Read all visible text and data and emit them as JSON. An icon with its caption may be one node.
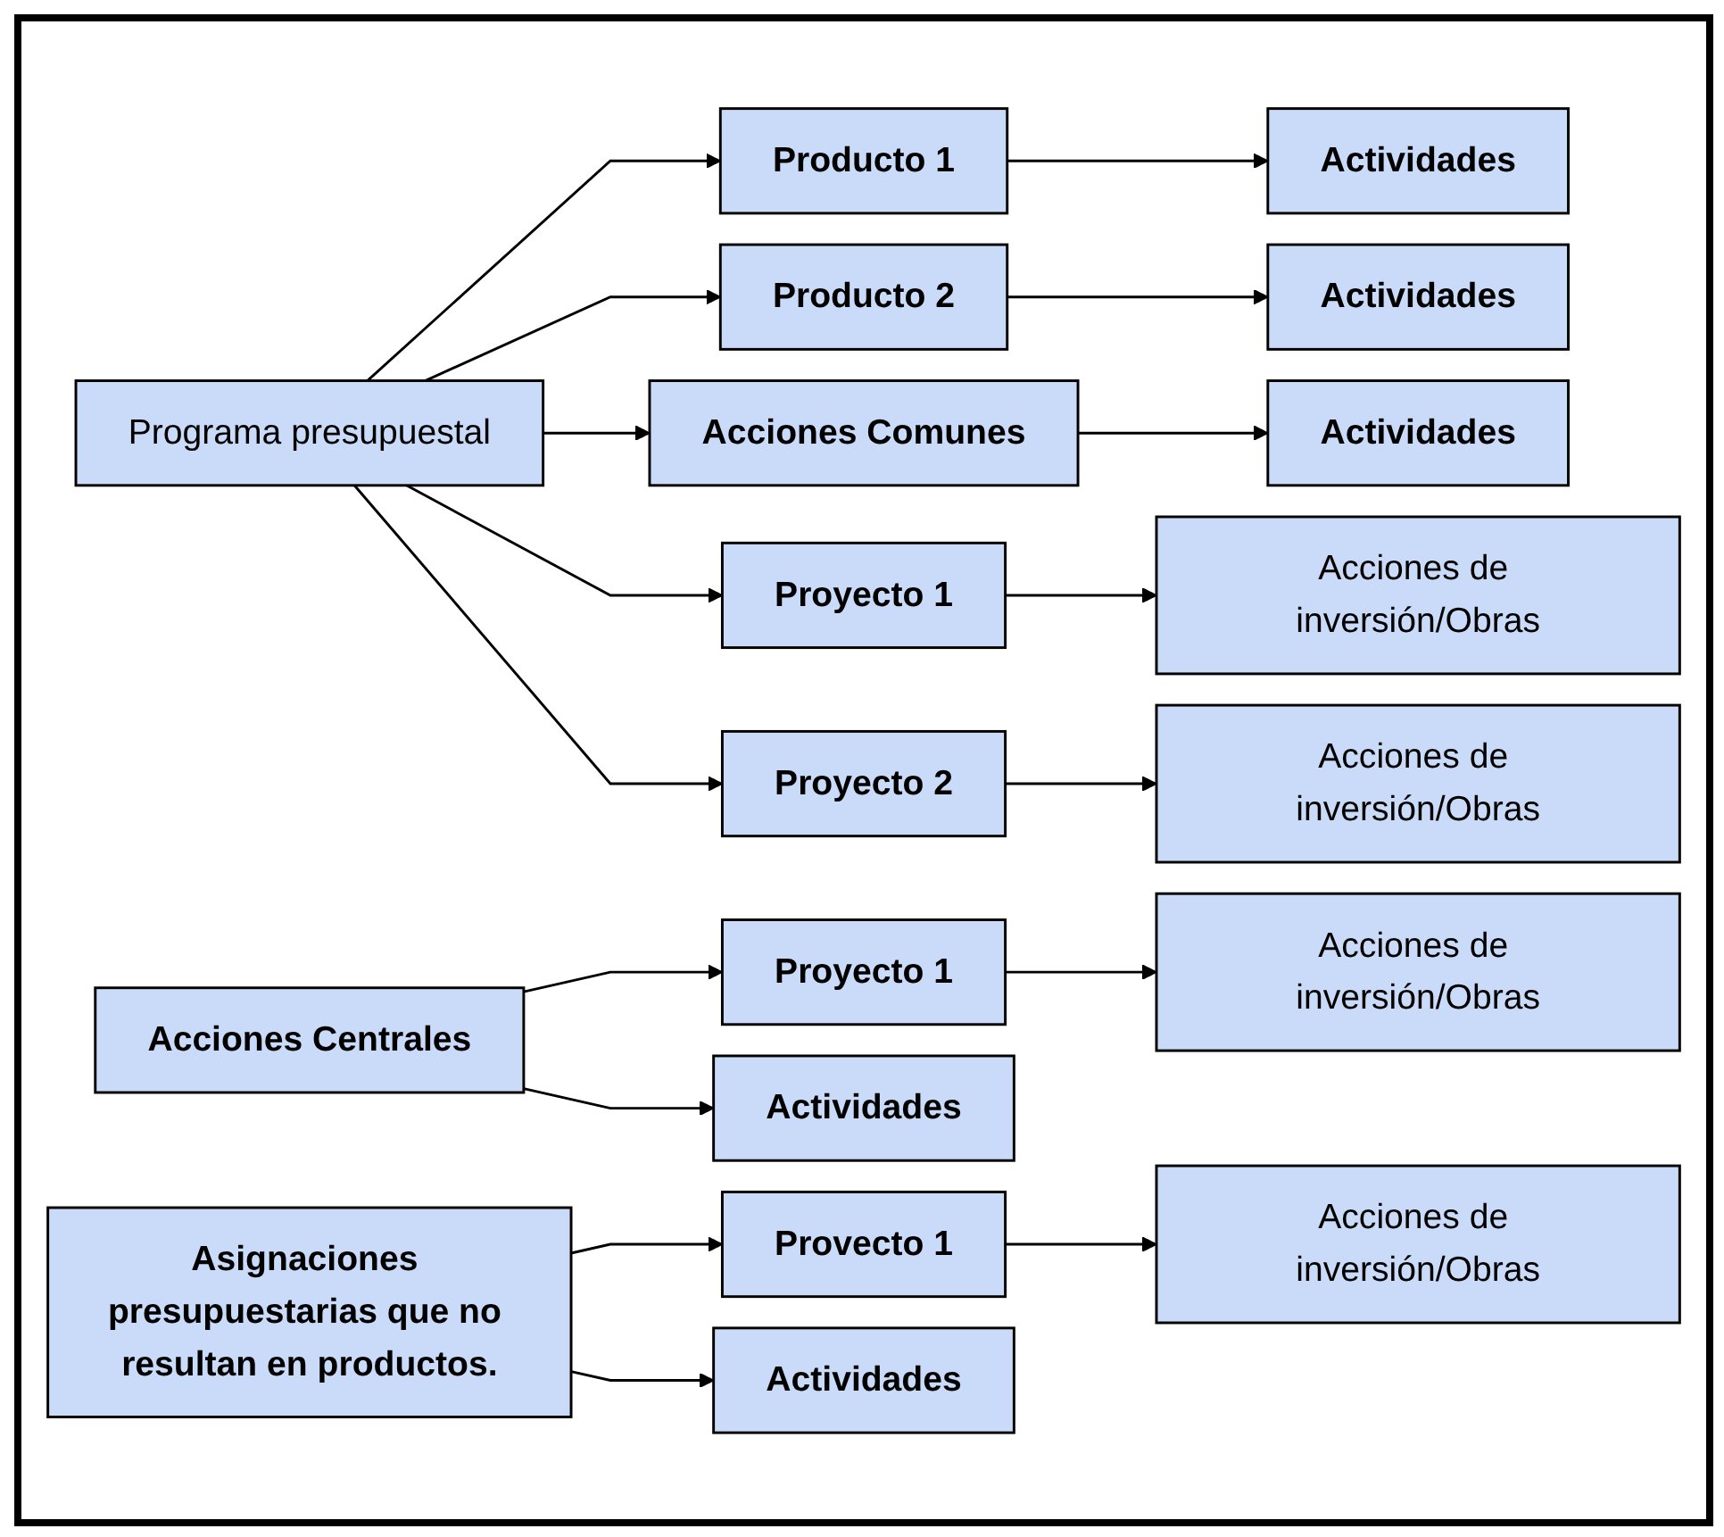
{
  "diagram": {
    "nodes": [
      {
        "text": [
          "Programa presupuestal"
        ]
      },
      {
        "text": [
          "Producto 1"
        ]
      },
      {
        "text": [
          "Actividades"
        ]
      },
      {
        "text": [
          "Producto 2"
        ]
      },
      {
        "text": [
          "Actividades"
        ]
      },
      {
        "text": [
          "Acciones Comunes"
        ]
      },
      {
        "text": [
          "Actividades"
        ]
      },
      {
        "text": [
          "Proyecto 1"
        ]
      },
      {
        "text": [
          "Acciones de inversión/Obras"
        ]
      },
      {
        "text": [
          "Proyecto 2"
        ]
      },
      {
        "text": [
          "Acciones de inversión/Obras"
        ]
      },
      {
        "text": [
          "Acciones Centrales"
        ]
      },
      {
        "text": [
          "Proyecto 1"
        ]
      },
      {
        "text": [
          "Acciones de inversión/Obras"
        ]
      },
      {
        "text": [
          "Actividades"
        ]
      },
      {
        "text": [
          "Asignaciones presupuestarias que no resultan en productos."
        ]
      },
      {
        "text": [
          "Provecto 1"
        ]
      },
      {
        "text": [
          "Acciones de inversión/Obras"
        ]
      },
      {
        "text": [
          "Actividades"
        ]
      }
    ],
    "edges": [
      {
        "from": 0,
        "to": 1,
        "arrow": "to"
      },
      {
        "from": 0,
        "to": 3,
        "arrow": "to"
      },
      {
        "from": 0,
        "to": 5,
        "arrow": "to"
      },
      {
        "from": 0,
        "to": 7,
        "arrow": "to"
      },
      {
        "from": 0,
        "to": 9,
        "arrow": "to"
      },
      {
        "from": 1,
        "to": 2,
        "arrow": "to"
      },
      {
        "from": 3,
        "to": 4,
        "arrow": "to"
      },
      {
        "from": 5,
        "to": 6,
        "arrow": "to"
      },
      {
        "from": 7,
        "to": 8,
        "arrow": "to"
      },
      {
        "from": 9,
        "to": 10,
        "arrow": "to"
      },
      {
        "from": 11,
        "to": 12,
        "arrow": "to"
      },
      {
        "from": 12,
        "to": 13,
        "arrow": "to"
      },
      {
        "from": 11,
        "to": 14,
        "arrow": "to"
      },
      {
        "from": 15,
        "to": 16,
        "arrow": "to"
      },
      {
        "from": 16,
        "to": 17,
        "arrow": "to"
      },
      {
        "from": 15,
        "to": 18,
        "arrow": "to"
      }
    ]
  }
}
